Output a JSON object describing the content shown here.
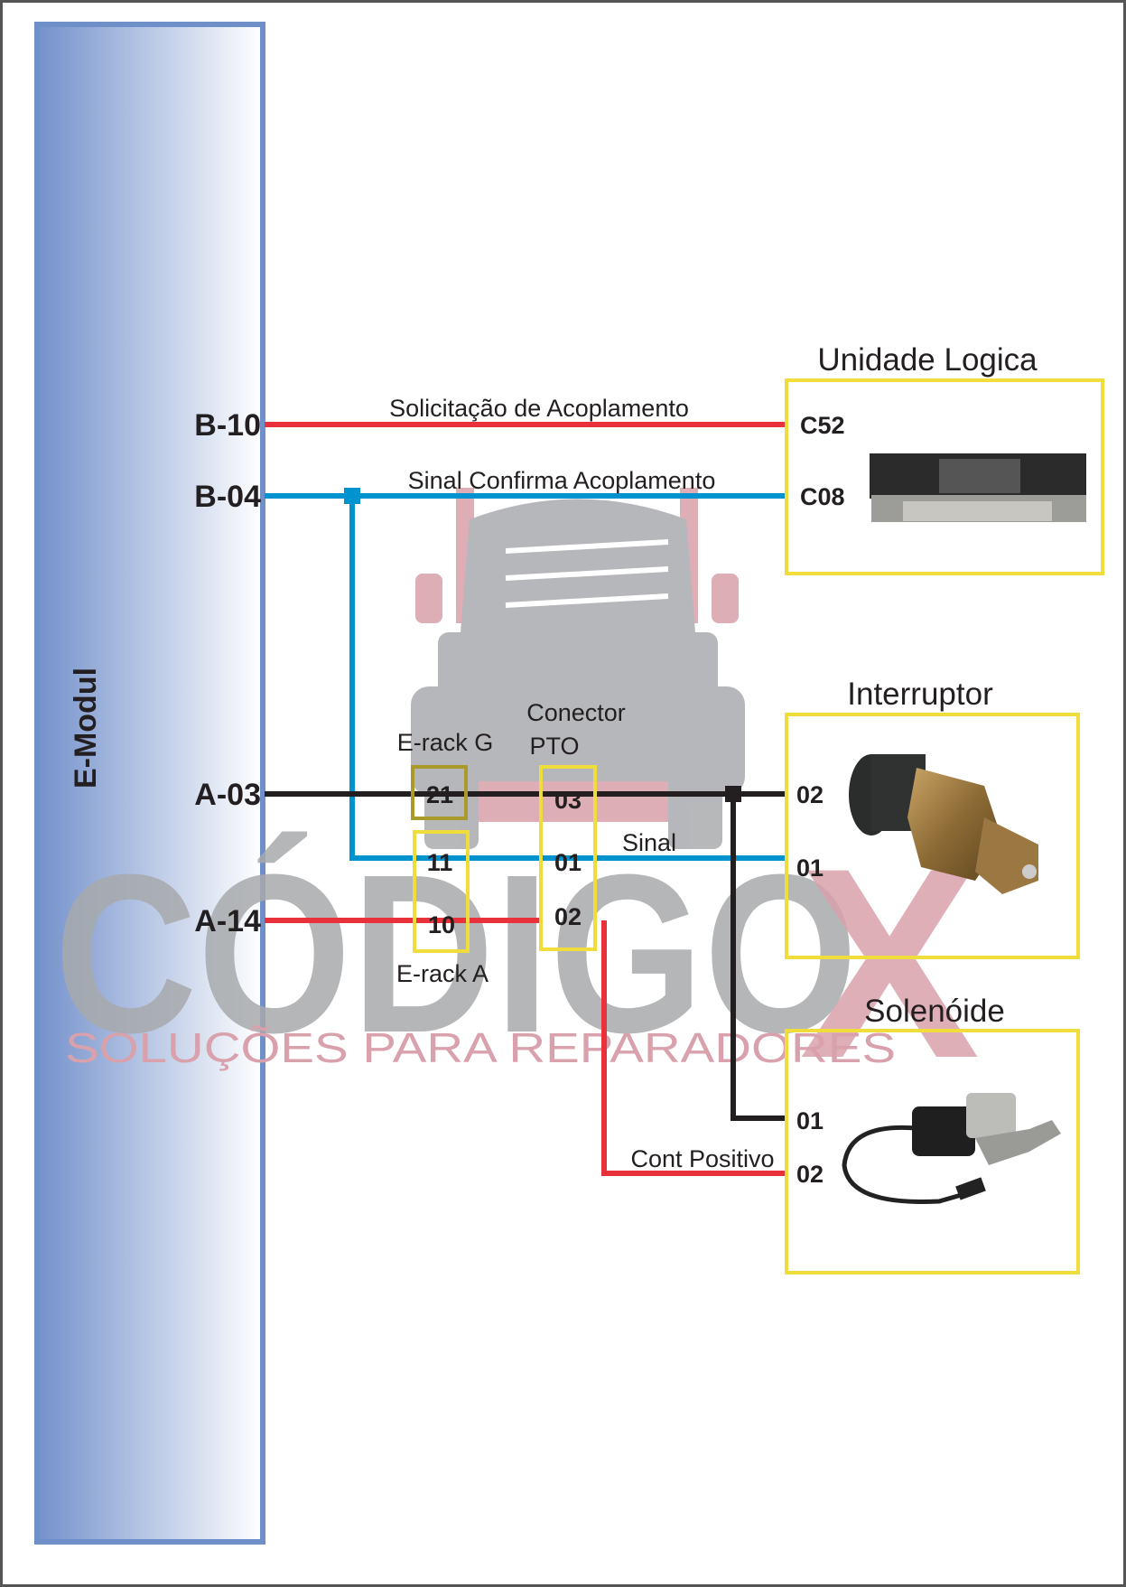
{
  "module": {
    "name": "E-Modul"
  },
  "terminals": {
    "b10": "B-10",
    "b04": "B-04",
    "a03": "A-03",
    "a14": "A-14"
  },
  "wires": {
    "solicitacao": "Solicitação de Acoplamento",
    "sinal_confirma": "Sinal Confirma Acoplamento",
    "sinal": "Sinal",
    "cont_positivo": "Cont Positivo"
  },
  "connectors": {
    "erack_g": {
      "label": "E-rack G",
      "pins": [
        "21"
      ]
    },
    "erack_a": {
      "label": "E-rack A",
      "pins": [
        "11",
        "10"
      ]
    },
    "pto": {
      "label_line1": "Conector",
      "label_line2": "PTO",
      "pins": [
        "03",
        "01",
        "02"
      ]
    }
  },
  "components": {
    "unidade_logica": {
      "title": "Unidade Logica",
      "pins": [
        "C52",
        "C08"
      ]
    },
    "interruptor": {
      "title": "Interruptor",
      "pins": [
        "02",
        "01"
      ]
    },
    "solenoide": {
      "title": "Solenóide",
      "pins": [
        "01",
        "02"
      ]
    }
  },
  "watermark": {
    "brand": "CÓDIGO",
    "brand_x": "X",
    "tagline": "SOLUÇÕES PARA REPARADORES"
  },
  "colors": {
    "red": "#e8313a",
    "blue": "#0093d0",
    "black": "#231f20",
    "yellow": "#f0dc3a",
    "panel": "#6f8fc8"
  }
}
